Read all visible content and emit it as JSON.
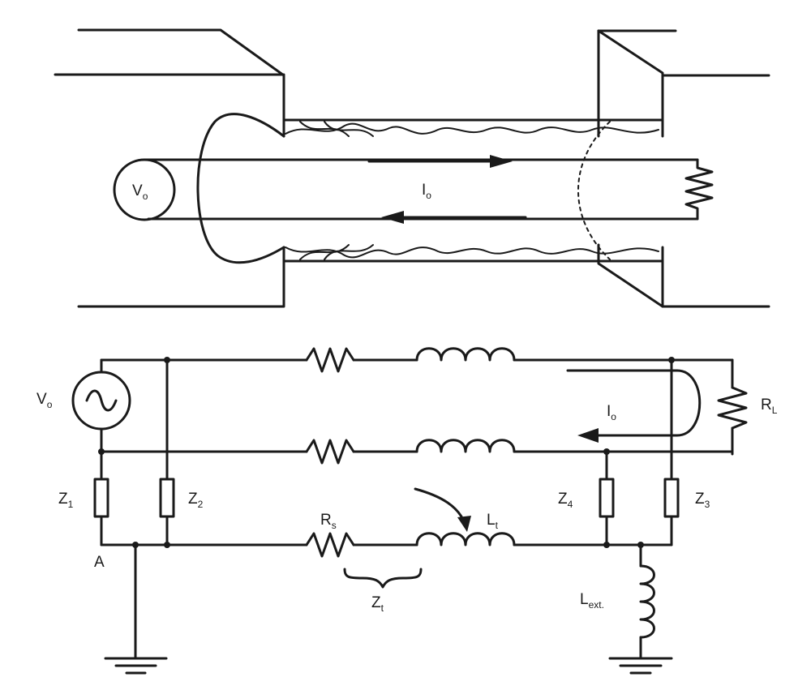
{
  "cable_section": {
    "source_label": "V",
    "source_sub": "o",
    "current_label": "I",
    "current_sub": "o"
  },
  "circuit_section": {
    "source_label": "V",
    "source_sub": "o",
    "current_label": "I",
    "current_sub": "o",
    "load_label": "R",
    "load_sub": "L",
    "z1_label": "Z",
    "z1_sub": "1",
    "z2_label": "Z",
    "z2_sub": "2",
    "z3_label": "Z",
    "z3_sub": "3",
    "z4_label": "Z",
    "z4_sub": "4",
    "rs_label": "R",
    "rs_sub": "s",
    "lt_label": "L",
    "lt_sub": "t",
    "zt_label": "Z",
    "zt_sub": "t",
    "lext_label": "L",
    "lext_sub": "ext.",
    "node_a_label": "A"
  }
}
